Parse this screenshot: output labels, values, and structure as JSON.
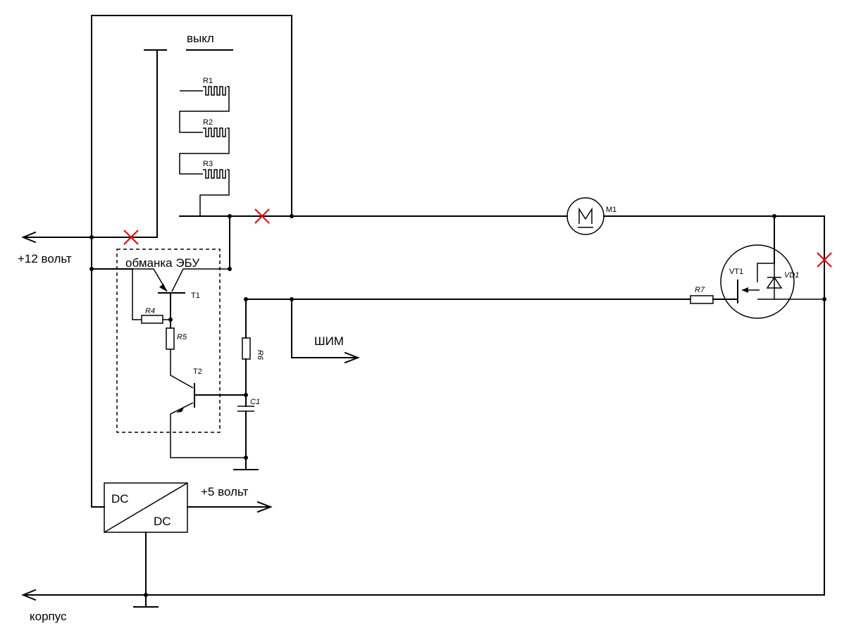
{
  "labels": {
    "off": "выкл",
    "r1": "R1",
    "r2": "R2",
    "r3": "R3",
    "m1": "M1",
    "motor_letter": "M",
    "plus12": "+12 вольт",
    "ecu_spoof": "обманка ЭБУ",
    "t1": "T1",
    "t2": "T2",
    "r4": "R4",
    "r5": "R5",
    "r6": "R6",
    "c1": "C1",
    "r7": "R7",
    "vt1": "VT1",
    "vd1": "VD1",
    "pwm": "ШИМ",
    "dc_in": "DC",
    "dc_out": "DC",
    "plus5": "+5 вольт",
    "chassis": "корпус"
  },
  "colors": {
    "wire": "#000000",
    "cross_mark": "#e8000b",
    "background": "#ffffff"
  }
}
